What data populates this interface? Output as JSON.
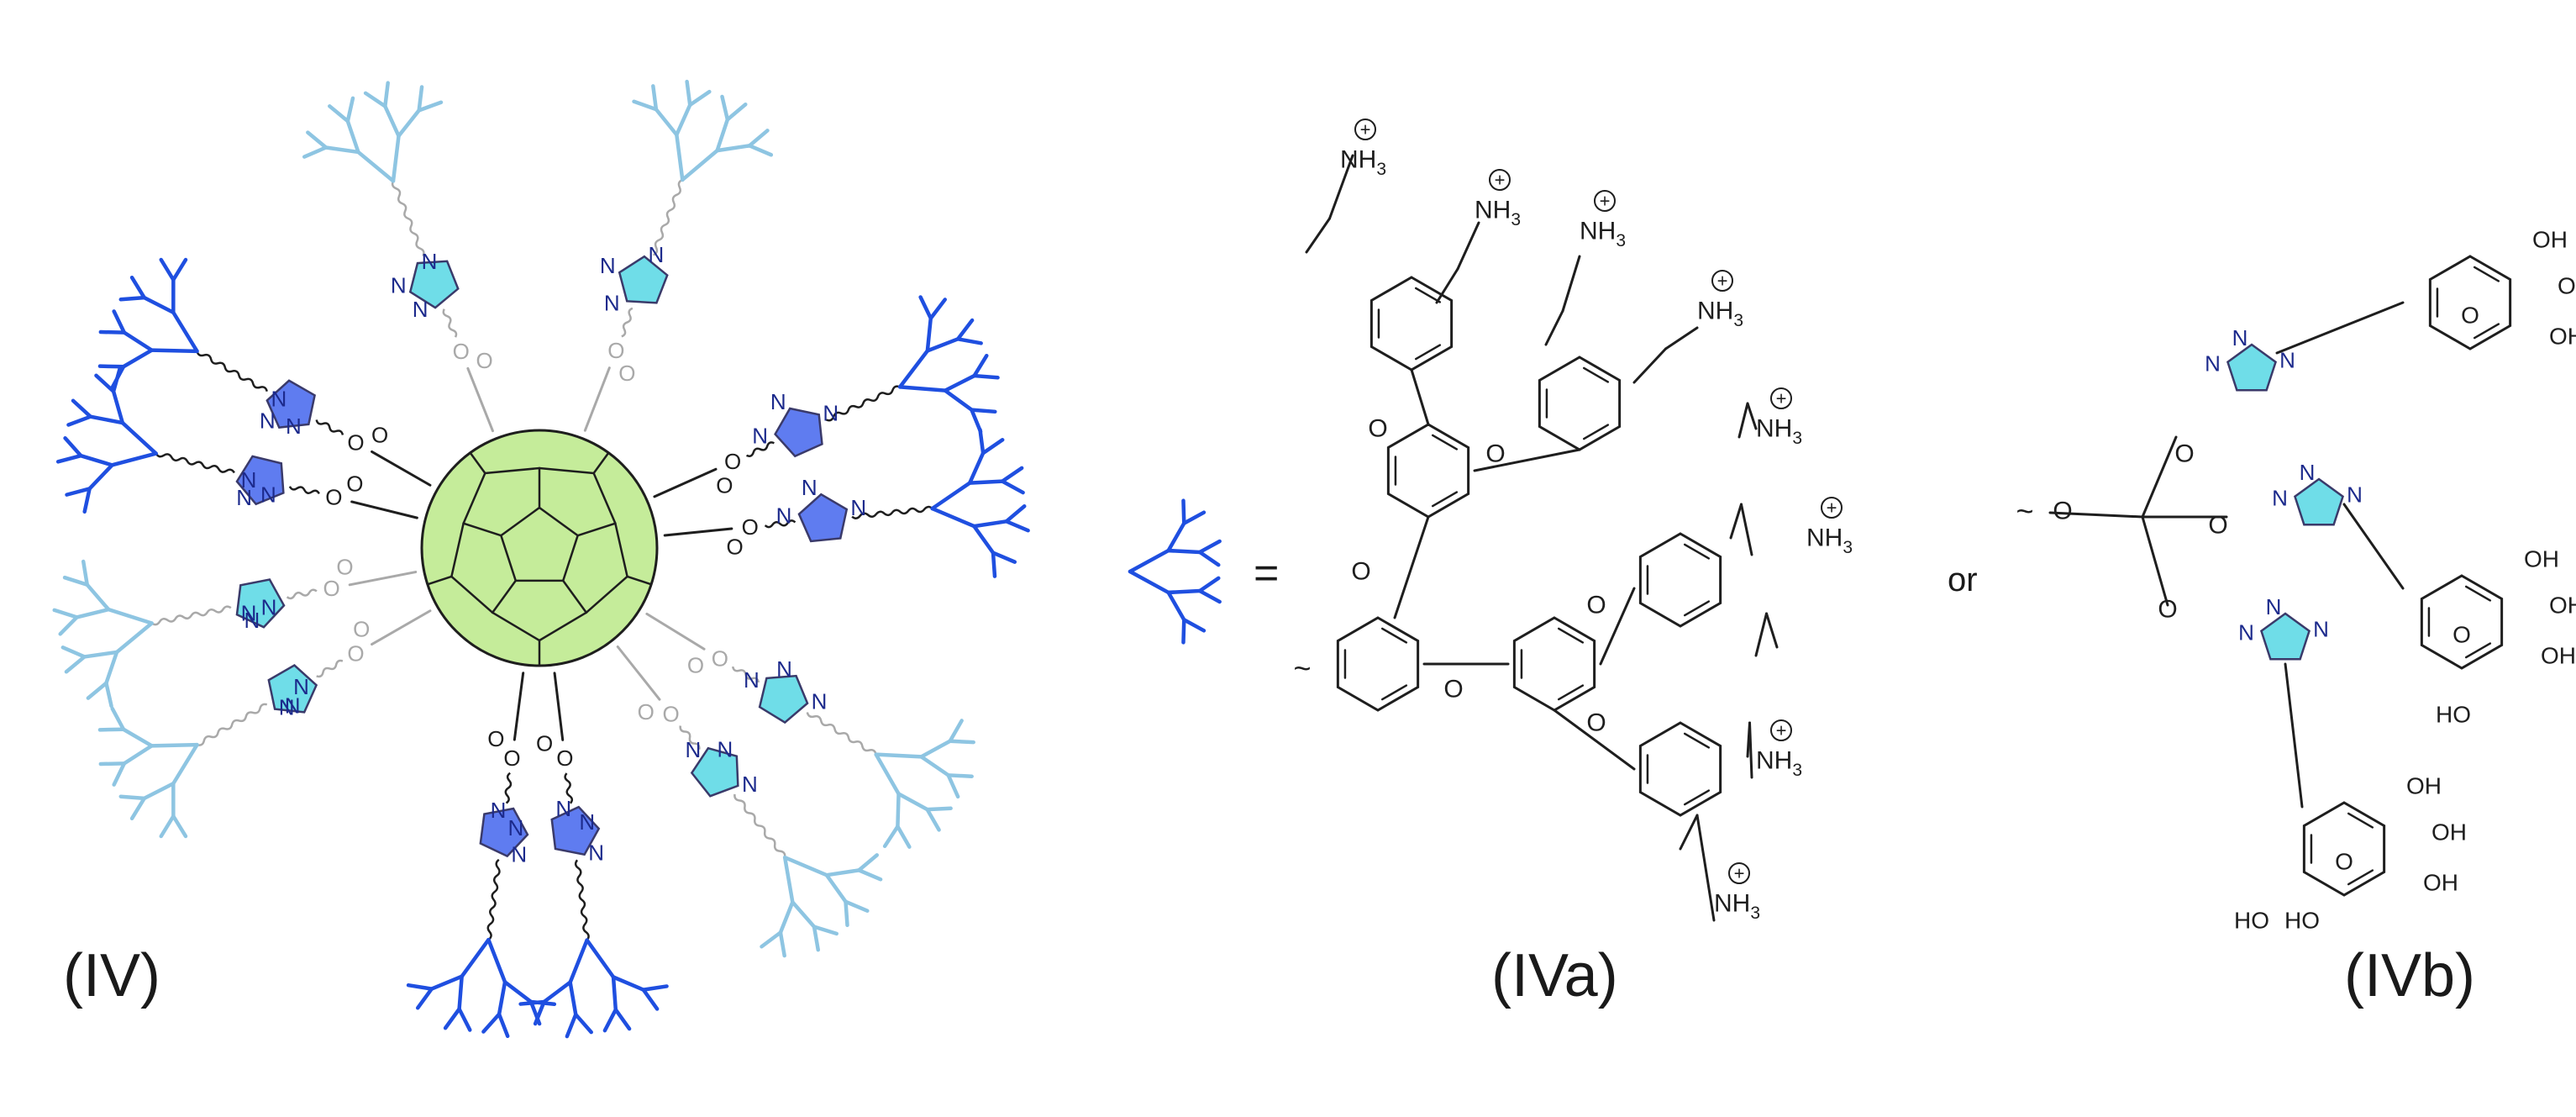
{
  "labels": {
    "panel_iv": "(IV)",
    "panel_iva": "(IVa)",
    "panel_ivb": "(IVb)",
    "equals": "=",
    "or": "or"
  },
  "atoms": {
    "o": "O",
    "n": "N",
    "nh3": "NH3",
    "oh": "OH",
    "ho": "HO",
    "plus": "+"
  },
  "colors": {
    "dendron_dark": "#1f4fe0",
    "dendron_light": "#8ec5e2",
    "triazole_dark": "#5f7cf0",
    "triazole_light": "#6fdde8",
    "fullerene": "#c5ec9a",
    "bond_dark": "#1e1e1e",
    "bond_grey": "#a9a9a9"
  }
}
